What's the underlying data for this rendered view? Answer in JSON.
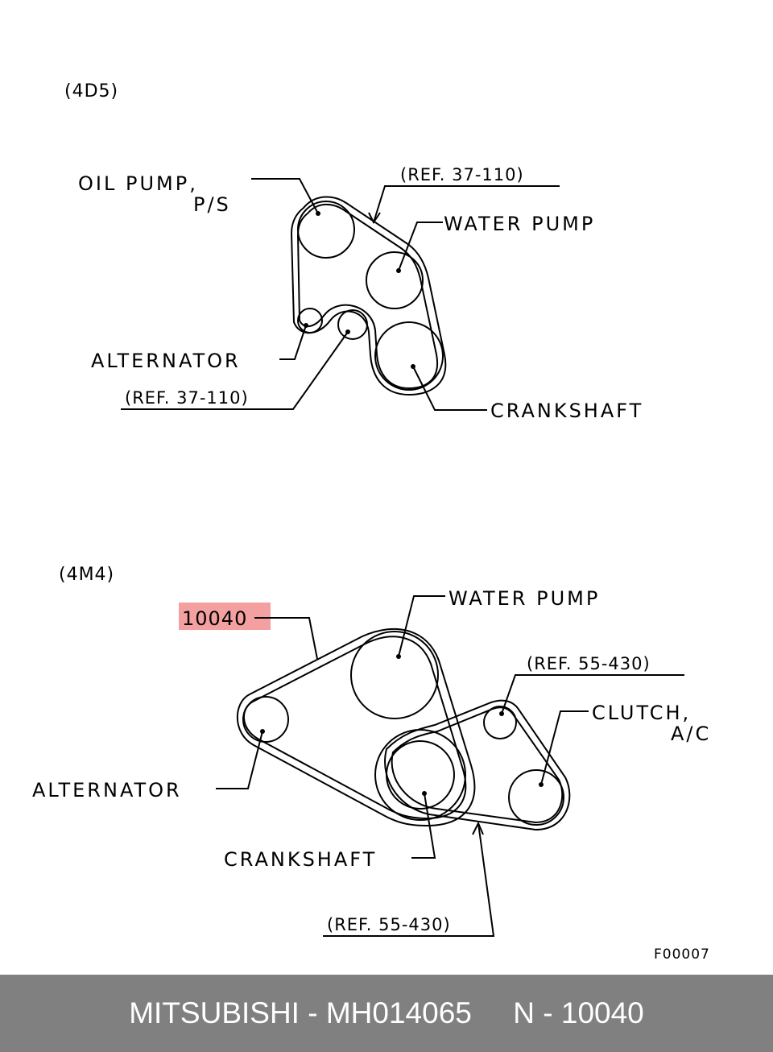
{
  "diagram_4d5": {
    "section_label": "(4D5)",
    "labels": {
      "oil_pump_line1": "OIL PUMP,",
      "oil_pump_line2": "P/S",
      "water_pump": "WATER PUMP",
      "alternator": "ALTERNATOR",
      "crankshaft": "CRANKSHAFT",
      "ref_top": "(REF. 37-110)",
      "ref_bottom": "(REF. 37-110)"
    }
  },
  "diagram_4m4": {
    "section_label": "(4M4)",
    "part_callout": "10040",
    "labels": {
      "water_pump": "WATER PUMP",
      "ref_top": "(REF. 55-430)",
      "clutch_line1": "CLUTCH,",
      "clutch_line2": "A/C",
      "alternator": "ALTERNATOR",
      "crankshaft": "CRANKSHAFT",
      "ref_bottom": "(REF. 55-430)"
    }
  },
  "figure_code": "F00007",
  "footer": {
    "brand_part": "MITSUBISHI - MH014065",
    "ref_number": "N - 10040"
  },
  "colors": {
    "highlight": "#f4a0a0",
    "footer_bg": "#808080",
    "footer_text": "#ffffff"
  }
}
